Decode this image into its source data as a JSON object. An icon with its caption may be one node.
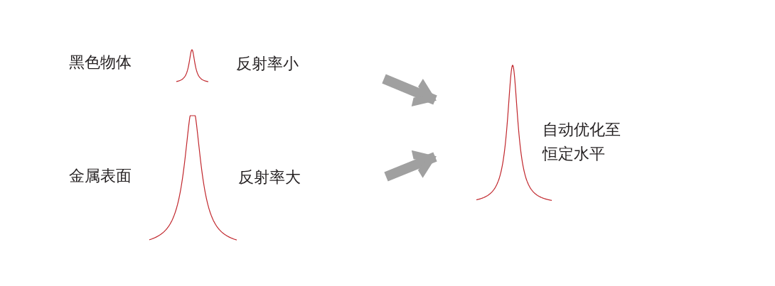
{
  "diagram": {
    "nodes": [
      {
        "text": [],
        "shape": "picture",
        "beside": [
          "黑色物体",
          "反射率小"
        ]
      },
      {
        "text": [],
        "shape": "picture",
        "beside": [
          "金属表面",
          "反射率大"
        ]
      },
      {
        "text": [],
        "shape": "picture",
        "beside": [
          "自动优化至恒定水平"
        ]
      }
    ],
    "edges": [
      {
        "from": null,
        "to": 2,
        "arrow": "to"
      },
      {
        "from": null,
        "to": 2,
        "arrow": "to"
      }
    ]
  }
}
